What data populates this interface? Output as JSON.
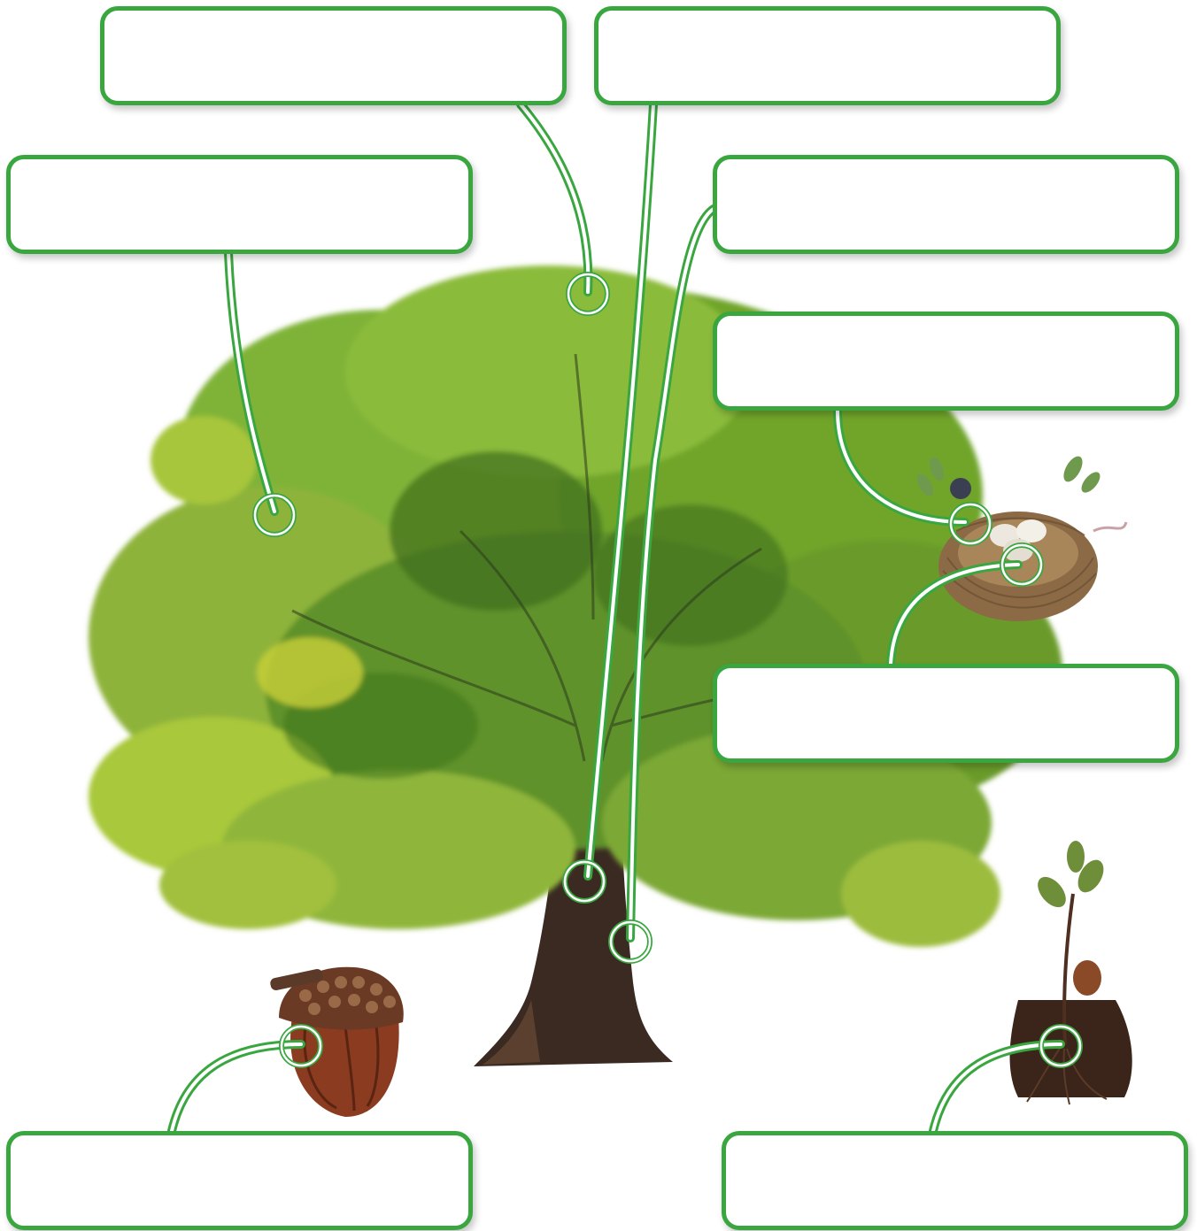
{
  "colors": {
    "accent_green": "#3aa640",
    "foliage_dark": "#3f6e1c",
    "foliage_mid": "#6fa52c",
    "foliage_light": "#a9c83a",
    "trunk": "#3a2a22",
    "acorn": "#8a3b20",
    "nest": "#8b6a45",
    "soil": "#3b2419"
  },
  "icons": [
    "oak-tree-icon",
    "acorn-icon",
    "bird-nest-icon",
    "seedling-icon"
  ],
  "labels": [
    {
      "id": "lb-1",
      "text": ""
    },
    {
      "id": "lb-2",
      "text": ""
    },
    {
      "id": "lb-3",
      "text": ""
    },
    {
      "id": "lb-4",
      "text": ""
    },
    {
      "id": "lb-5",
      "text": ""
    },
    {
      "id": "lb-6",
      "text": ""
    },
    {
      "id": "lb-7",
      "text": ""
    },
    {
      "id": "lb-8",
      "text": ""
    }
  ]
}
